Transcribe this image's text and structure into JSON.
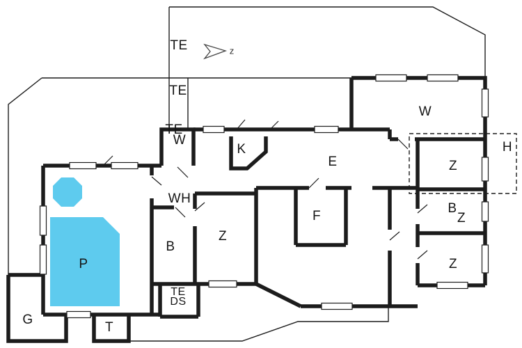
{
  "colors": {
    "pool": "#5ecbee",
    "wall": "#1c1c1c",
    "background": "#ffffff"
  },
  "north_indicator": {
    "letter": "z"
  },
  "labels": [
    {
      "id": "te-path-top",
      "text": "TE"
    },
    {
      "id": "te-path-mid",
      "text": "TE"
    },
    {
      "id": "te-entrance",
      "text": "TE"
    },
    {
      "id": "w-entrance",
      "text": "W"
    },
    {
      "id": "k-kitchen",
      "text": "K"
    },
    {
      "id": "e-living",
      "text": "E"
    },
    {
      "id": "w-living-room",
      "text": "W"
    },
    {
      "id": "h-right-area",
      "text": "H"
    },
    {
      "id": "z-bedroom-ne",
      "text": "Z"
    },
    {
      "id": "b-bath-east",
      "text": "B"
    },
    {
      "id": "z-bedroom-east",
      "text": "Z"
    },
    {
      "id": "z-bedroom-se",
      "text": "Z"
    },
    {
      "id": "z-bedroom-center",
      "text": "Z"
    },
    {
      "id": "b-bath-center",
      "text": "B"
    },
    {
      "id": "f-room",
      "text": "F"
    },
    {
      "id": "wh-hall",
      "text": "WH"
    },
    {
      "id": "p-pool",
      "text": "P"
    },
    {
      "id": "g-storage",
      "text": "G"
    },
    {
      "id": "t-room",
      "text": "T"
    },
    {
      "id": "te-terrace-south",
      "text": "TE"
    },
    {
      "id": "ds-shower",
      "text": "DS"
    }
  ]
}
